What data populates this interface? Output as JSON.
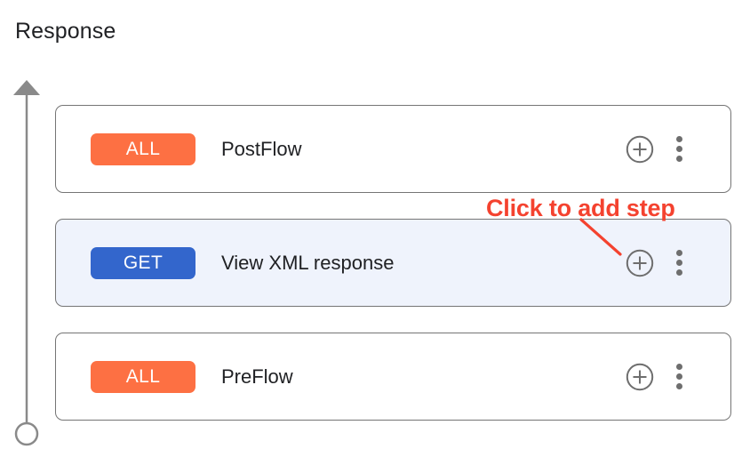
{
  "page": {
    "title": "Response"
  },
  "colors": {
    "badge_all": "#fd7043",
    "badge_get": "#3366cc",
    "selected_row_background": "#eff3fc",
    "card_border": "#757575",
    "annotation_red": "#f4422f",
    "icon_gray": "#6e6e6e",
    "axis_gray": "#8a8a8a",
    "text": "#202124"
  },
  "flow_axis": {
    "direction": "upward",
    "arrowhead_icon": "arrow-up-icon",
    "endpoint_icon": "circle-outline-icon"
  },
  "rows": [
    {
      "method": "ALL",
      "method_color": "#fd7043",
      "label": "PostFlow",
      "selected": false,
      "add_label": "add-step",
      "menu_label": "more-options"
    },
    {
      "method": "GET",
      "method_color": "#3366cc",
      "label": "View XML response",
      "selected": true,
      "add_label": "add-step",
      "menu_label": "more-options"
    },
    {
      "method": "ALL",
      "method_color": "#fd7043",
      "label": "PreFlow",
      "selected": false,
      "add_label": "add-step",
      "menu_label": "more-options"
    }
  ],
  "annotation": {
    "text": "Click to add step",
    "color": "#f4422f",
    "points_to": "add-step-button-row-2"
  }
}
